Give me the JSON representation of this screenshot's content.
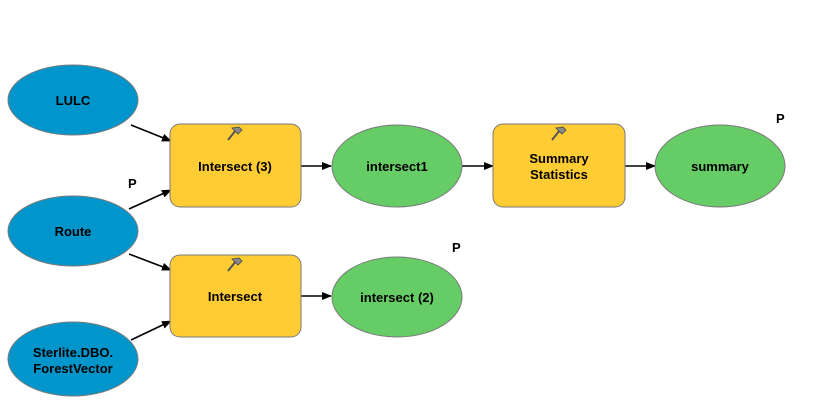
{
  "colors": {
    "data": "#0096CC",
    "tool": "#FFCC33",
    "output": "#66CC66",
    "outline": "#7a7a7a",
    "connector": "#000000"
  },
  "nodes": {
    "lulc": {
      "kind": "data",
      "lines": [
        "LULC"
      ]
    },
    "route": {
      "kind": "data",
      "lines": [
        "Route"
      ]
    },
    "forest": {
      "kind": "data",
      "lines": [
        "Sterlite.DBO.",
        "ForestVector"
      ]
    },
    "intersect3": {
      "kind": "tool",
      "lines": [
        "Intersect (3)"
      ],
      "icon": "hammer-icon"
    },
    "intersect": {
      "kind": "tool",
      "lines": [
        "Intersect"
      ],
      "icon": "hammer-icon"
    },
    "summary_statistics": {
      "kind": "tool",
      "lines": [
        "Summary",
        "Statistics"
      ],
      "icon": "hammer-icon"
    },
    "intersect1": {
      "kind": "output",
      "lines": [
        "intersect1"
      ]
    },
    "intersect2": {
      "kind": "output",
      "lines": [
        "intersect (2)"
      ]
    },
    "summary": {
      "kind": "output",
      "lines": [
        "summary"
      ]
    }
  },
  "parameter_markers": {
    "route": "P",
    "summary": "P",
    "intersect2": "P"
  },
  "connections": [
    {
      "from": "lulc",
      "to": "intersect3"
    },
    {
      "from": "route",
      "to": "intersect3"
    },
    {
      "from": "route",
      "to": "intersect"
    },
    {
      "from": "forest",
      "to": "intersect"
    },
    {
      "from": "intersect3",
      "to": "intersect1"
    },
    {
      "from": "intersect1",
      "to": "summary_statistics"
    },
    {
      "from": "summary_statistics",
      "to": "summary"
    },
    {
      "from": "intersect",
      "to": "intersect2"
    }
  ]
}
